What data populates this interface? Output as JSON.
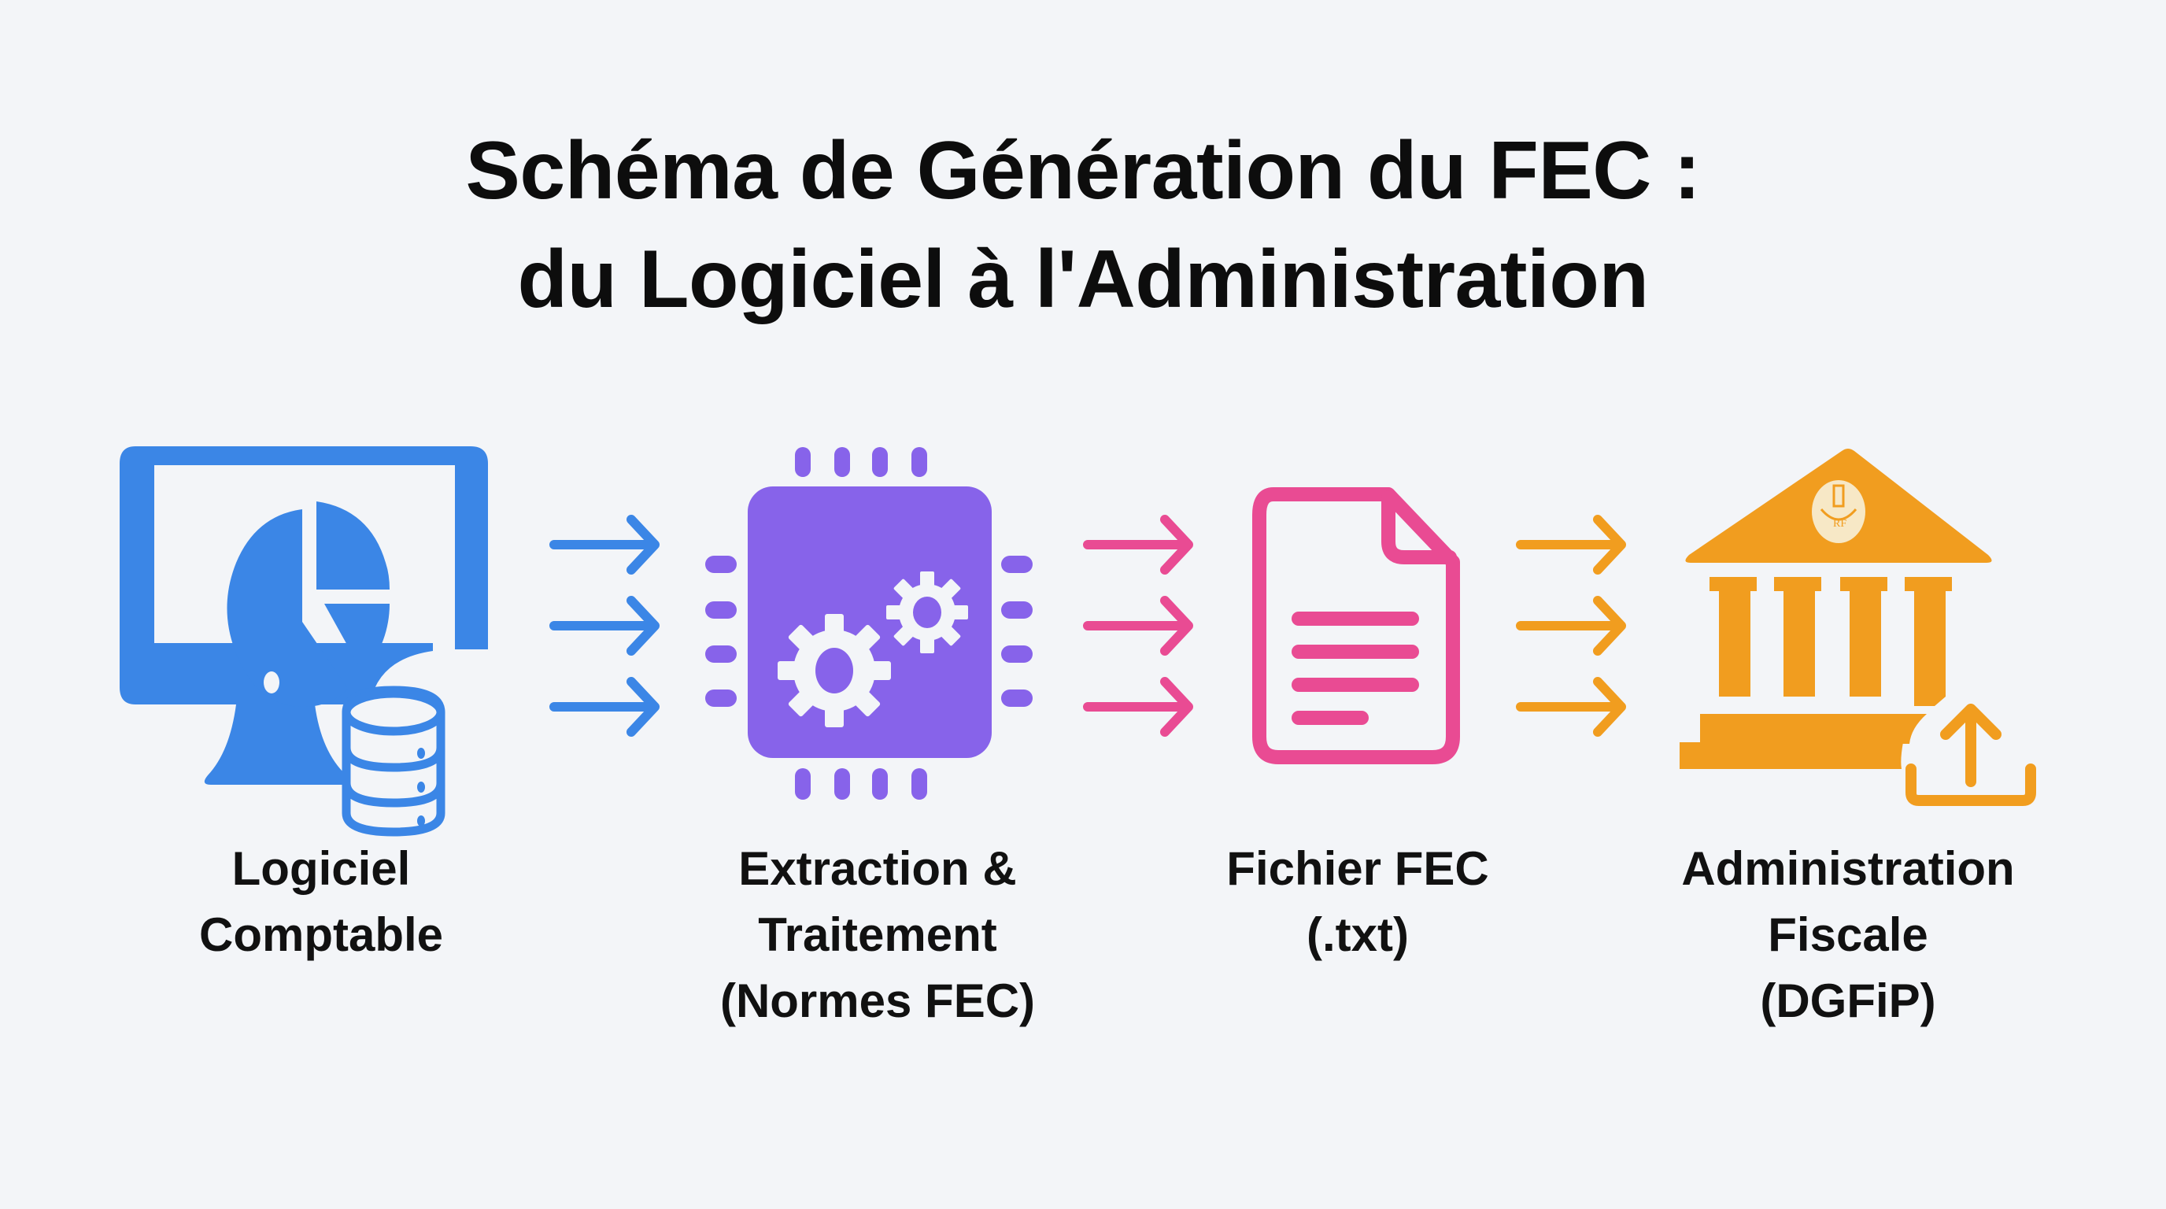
{
  "title": {
    "line1": "Schéma de Génération du FEC :",
    "line2": "du Logiciel à l'Administration"
  },
  "colors": {
    "background": "#f3f5f8",
    "blue": "#3b86e6",
    "purple": "#8763ea",
    "pink": "#e94b93",
    "orange": "#f19d1f",
    "text": "#111111"
  },
  "steps": [
    {
      "id": "logiciel",
      "icon": "computer-database-icon",
      "color": "#3b86e6",
      "lines": [
        "Logiciel",
        "Comptable"
      ]
    },
    {
      "id": "extraction",
      "icon": "chip-gears-icon",
      "color": "#8763ea",
      "lines": [
        "Extraction &",
        "Traitement",
        "(Normes FEC)"
      ]
    },
    {
      "id": "fichier",
      "icon": "document-icon",
      "color": "#e94b93",
      "lines": [
        "Fichier FEC",
        "(.txt)"
      ]
    },
    {
      "id": "administration",
      "icon": "government-building-upload-icon",
      "color": "#f19d1f",
      "lines": [
        "Administration",
        "Fiscale",
        "(DGFiP)"
      ]
    }
  ],
  "connectors": [
    {
      "from": "logiciel",
      "to": "extraction",
      "arrows": 3,
      "color": "#3b86e6"
    },
    {
      "from": "extraction",
      "to": "fichier",
      "arrows": 3,
      "color": "#e94b93"
    },
    {
      "from": "fichier",
      "to": "administration",
      "arrows": 3,
      "color": "#f19d1f"
    }
  ]
}
